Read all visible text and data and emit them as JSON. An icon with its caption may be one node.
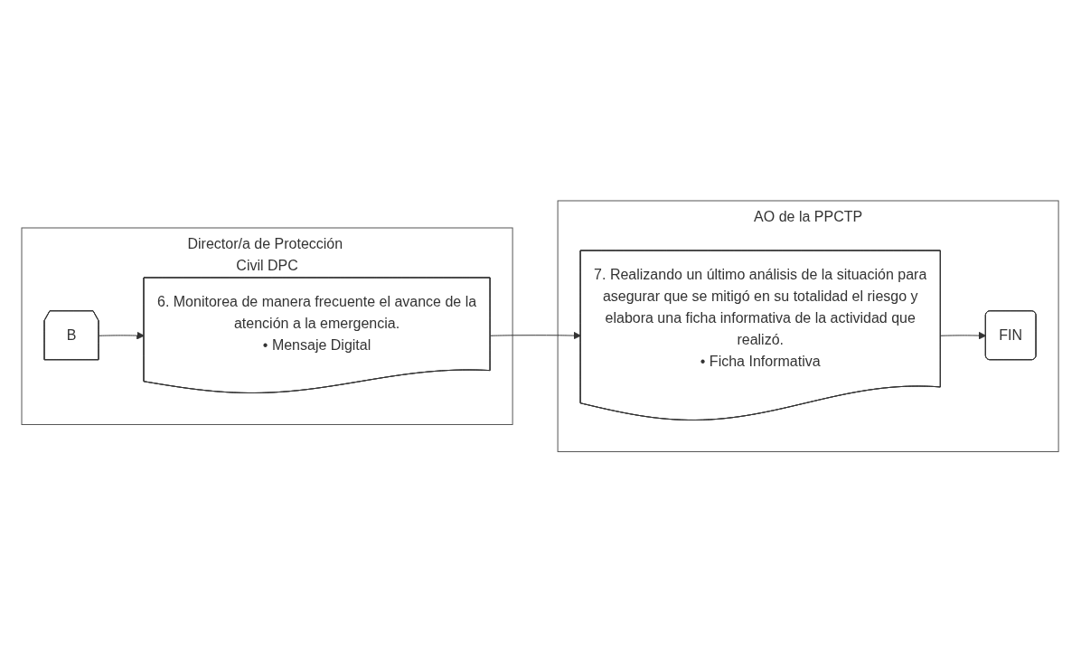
{
  "diagram": {
    "nodes": [
      {
        "text": [
          "Director/a de Protección Civil DPC"
        ]
      },
      {
        "text": [
          "AO de la PPCTP"
        ]
      },
      {
        "text": [
          "B"
        ],
        "in": 0
      },
      {
        "text": [
          "6. Monitorea de manera frecuente el avance de la atención a la emergencia.",
          "• Mensaje Digital"
        ],
        "in": 0
      },
      {
        "text": [
          "7. Realizando un último análisis de la situación para asegurar que se mitigó en su totalidad el riesgo y elabora una ficha informativa de la actividad que realizó.",
          "• Ficha Informativa"
        ],
        "in": 1
      },
      {
        "text": [
          "FIN"
        ],
        "in": 1
      }
    ],
    "edges": [
      {
        "from": 2,
        "to": 3,
        "arrow": "to"
      },
      {
        "from": 3,
        "to": 4,
        "arrow": "to"
      },
      {
        "from": 4,
        "to": 5,
        "arrow": "to"
      }
    ]
  }
}
